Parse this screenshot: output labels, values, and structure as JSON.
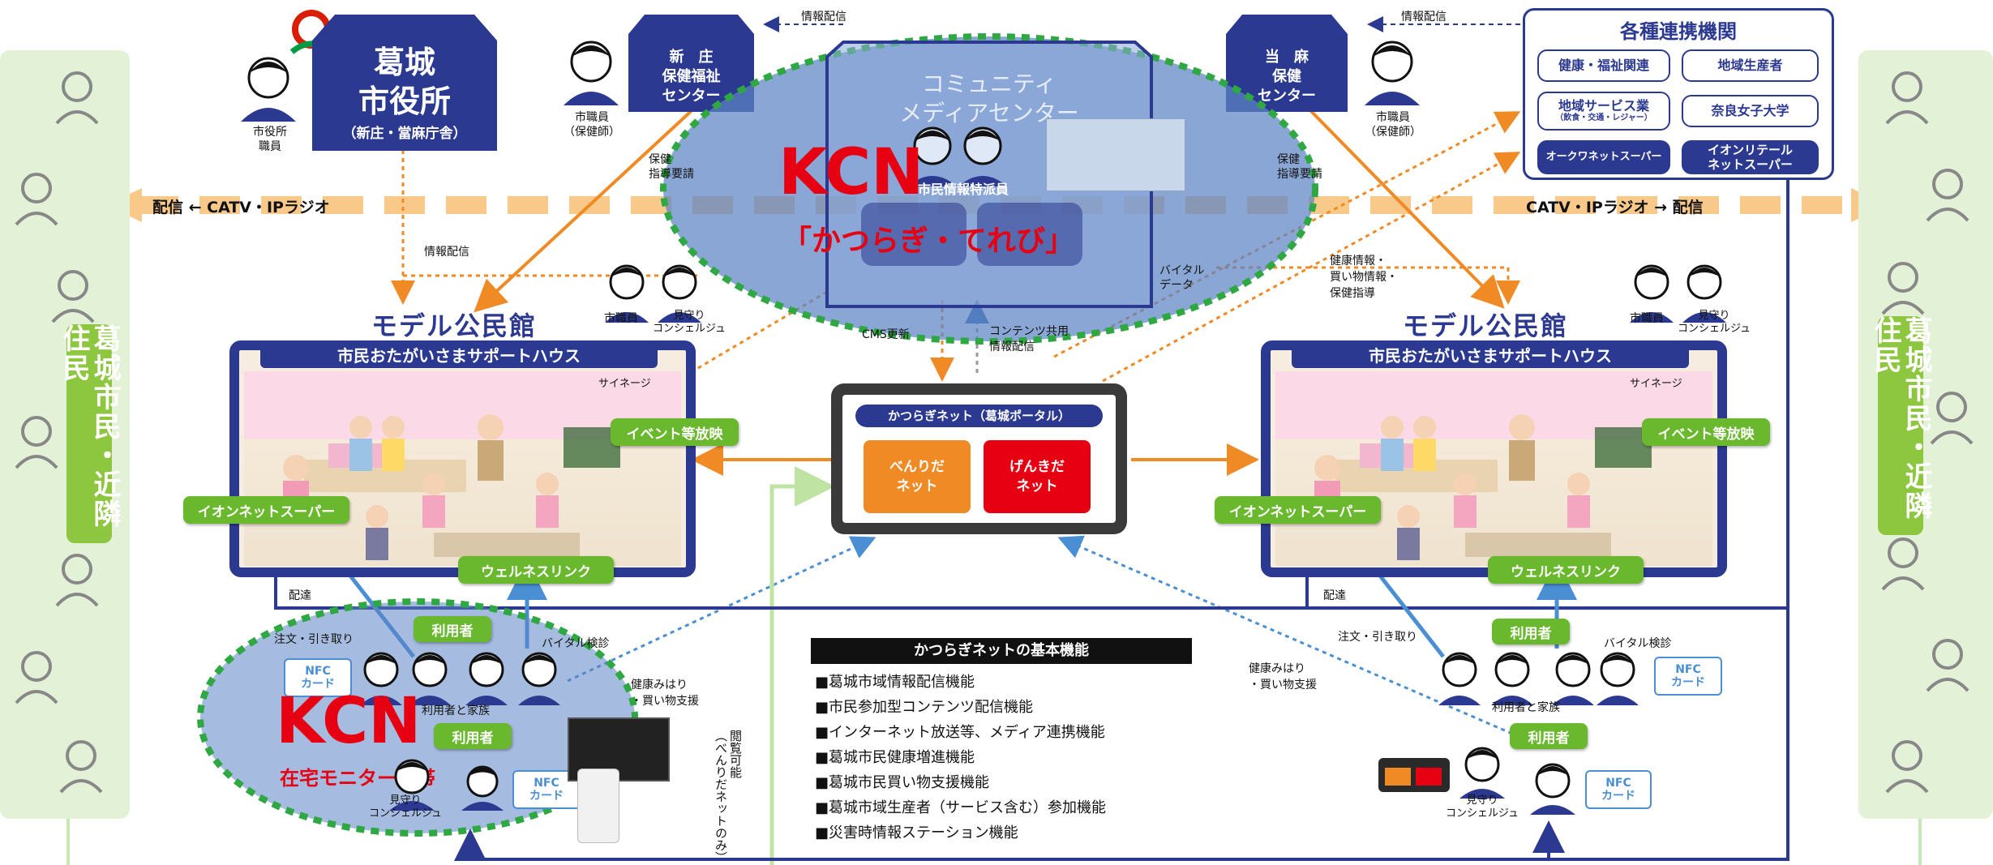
{
  "sidebars": {
    "left_label": "葛城市民・近隣住民",
    "right_label": "葛城市民・近隣住民"
  },
  "city_hall": {
    "title_line1": "葛城",
    "title_line2": "市役所",
    "subtitle": "（新庄・當麻庁舎）",
    "staff_label_1": "市役所",
    "staff_label_2": "職員"
  },
  "shinjo_center": {
    "line1": "新　庄",
    "line2": "保健福祉",
    "line3": "センター",
    "staff_label_1": "市職員",
    "staff_label_2": "（保健師）"
  },
  "taima_center": {
    "line1": "当　麻",
    "line2": "保健",
    "line3": "センター",
    "staff_label_1": "市職員",
    "staff_label_2": "（保健師）"
  },
  "partners": {
    "title": "各種連携機関",
    "items": [
      "健康・福祉関連",
      "地域生産者",
      "地域サービス業",
      "（飲食・交通・レジャー）",
      "奈良女子大学",
      "オークワネットスーパー",
      "イオンリテール\nネットスーパー"
    ]
  },
  "community_center": {
    "line1": "コミュニティ",
    "line2": "メディアセンター",
    "kcn": "KCN",
    "channel": "「かつらぎ・てれび」",
    "reporter_label": "市民情報特派員"
  },
  "top_arrows": {
    "info_left": "情報配信",
    "info_right": "情報配信",
    "catv_left": "配信 ← CATV・IPラジオ",
    "catv_right": "CATV・IPラジオ → 配信"
  },
  "flow_labels": {
    "hoken_left": "保健\n指導要請",
    "hoken_right": "保健\n指導要請",
    "info_delivery": "情報配信",
    "vital_data": "バイタル\nデータ",
    "health_info": "健康情報・\n買い物情報・\n保健指導",
    "cms": "CMS更新",
    "contents_share": "コンテンツ共用\n情報配信",
    "delivery_left": "配達",
    "delivery_right": "配達",
    "order_left": "注文・引き取り",
    "order_right": "注文・引き取り",
    "vital_check_left": "バイタル検診",
    "vital_check_right": "バイタル検診",
    "watch_left": "健康みはり\n・買い物支援",
    "watch_right": "健康みはり\n・買い物支援",
    "browse": "閲覧可能\n（べんりだネットのみ）"
  },
  "model_halls": {
    "heading": "モデル公民館",
    "frame_title": "市民おたがいさまサポートハウス",
    "signage": "サイネージ",
    "event": "イベント等放映",
    "aeon": "イオンネットスーパー",
    "wellness": "ウェルネスリンク",
    "staff": "市職員",
    "concierge": "見守り\nコンシェルジュ"
  },
  "portal": {
    "title": "かつらぎネット（葛城ポータル）",
    "btn1": "べんりだ\nネット",
    "btn2": "げんきだ\nネット"
  },
  "users": {
    "user_badge": "利用者",
    "family": "利用者と家族",
    "nfc": "NFC\nカード",
    "concierge": "見守り\nコンシェルジュ"
  },
  "home_monitor": {
    "kcn": "KCN",
    "label": "在宅モニター世帯"
  },
  "features": {
    "title": "かつらぎネットの基本機能",
    "items": [
      "■葛城市域情報配信機能",
      "■市民参加型コンテンツ配信機能",
      "■インターネット放送等、メディア連携機能",
      "■葛城市民健康増進機能",
      "■葛城市民買い物支援機能",
      "■葛城市域生産者（サービス含む）参加機能",
      "■災害時情報ステーション機能"
    ]
  },
  "colors": {
    "navy": "#2b3990",
    "green": "#6ab82e",
    "orange": "#f08a24",
    "red": "#e60012",
    "light_blue": "#4a8fd4"
  }
}
